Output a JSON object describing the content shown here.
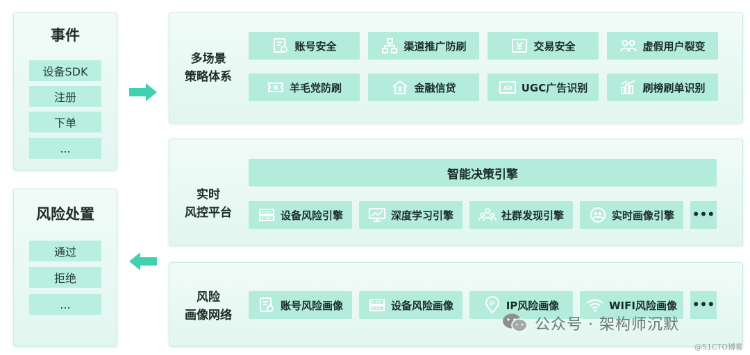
{
  "events": {
    "title": "事件",
    "items": [
      "设备SDK",
      "注册",
      "下单",
      "..."
    ]
  },
  "disposal": {
    "title": "风险处置",
    "items": [
      "通过",
      "拒绝",
      "..."
    ]
  },
  "strategy": {
    "title_line1": "多场景",
    "title_line2": "策略体系",
    "tiles": [
      {
        "label": "账号安全",
        "icon": "account-doc-icon"
      },
      {
        "label": "渠道推广防刷",
        "icon": "channel-tree-icon"
      },
      {
        "label": "交易安全",
        "icon": "yuan-trade-icon"
      },
      {
        "label": "虚假用户裂变",
        "icon": "users-group-icon"
      },
      {
        "label": "羊毛党防刷",
        "icon": "coupon-icon"
      },
      {
        "label": "金融信贷",
        "icon": "finance-house-icon"
      },
      {
        "label": "UGC广告识别",
        "icon": "ad-icon"
      },
      {
        "label": "刷榜刷单识别",
        "icon": "bar-chart-icon"
      }
    ]
  },
  "platform": {
    "title_line1": "实时",
    "title_line2": "风控平台",
    "engine": "智能决策引擎",
    "tiles": [
      {
        "label": "设备风险引擎",
        "icon": "device-server-icon"
      },
      {
        "label": "深度学习引擎",
        "icon": "monitor-chart-icon"
      },
      {
        "label": "社群发现引擎",
        "icon": "community-icon"
      },
      {
        "label": "实时画像引擎",
        "icon": "portrait-circle-icon"
      }
    ],
    "more": "•••"
  },
  "profile": {
    "title_line1": "风险",
    "title_line2": "画像网络",
    "tiles": [
      {
        "label": "账号风险画像",
        "icon": "account-doc-icon"
      },
      {
        "label": "设备风险画像",
        "icon": "device-server-icon"
      },
      {
        "label": "IP风险画像",
        "icon": "ip-pin-icon"
      },
      {
        "label": "WIFI风险画像",
        "icon": "wifi-icon"
      }
    ],
    "more": "•••"
  },
  "watermark": {
    "text": "公众号 · 架构师沉默",
    "credit": "@51CTO博客"
  },
  "colors": {
    "tile": "#b4ecdc",
    "arrow": "#3fd1b0",
    "panel": "#e8f8f3"
  }
}
